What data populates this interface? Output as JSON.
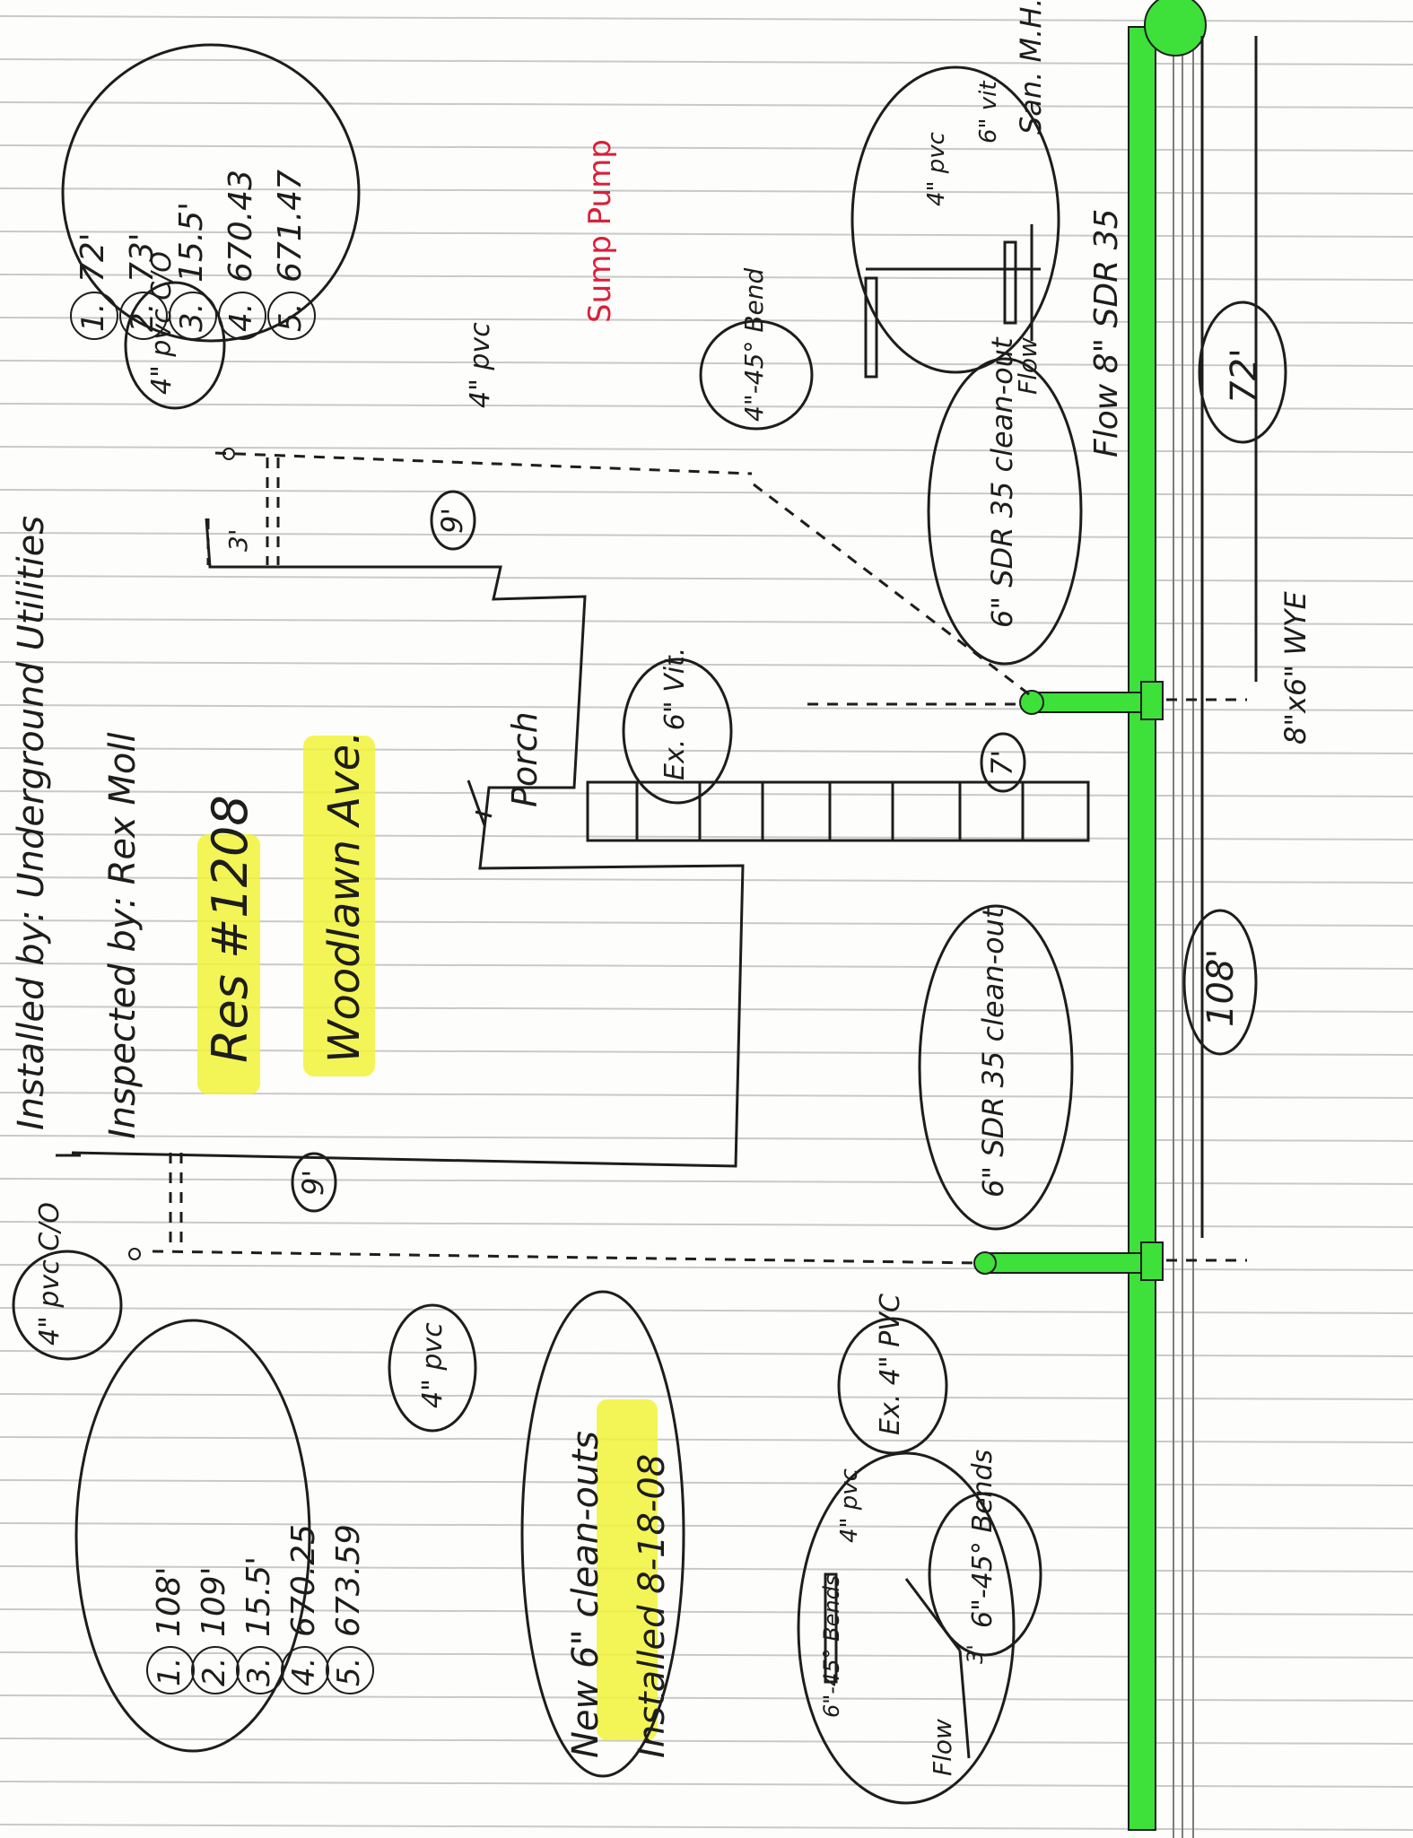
{
  "header": {
    "installed_by": "Installed by: Underground Utilities",
    "inspected_by": "Inspected by: Rex Moll",
    "res_number": "Res #1208",
    "street": "Woodlawn Ave."
  },
  "house": {
    "porch_label": "Porch"
  },
  "legend_left": {
    "items": [
      {
        "num": "1.",
        "value": "108'"
      },
      {
        "num": "2.",
        "value": "109'"
      },
      {
        "num": "3.",
        "value": "15.5'"
      },
      {
        "num": "4.",
        "value": "670.25"
      },
      {
        "num": "5.",
        "value": "673.59"
      }
    ]
  },
  "legend_right": {
    "items": [
      {
        "num": "1.",
        "value": "72'"
      },
      {
        "num": "2.",
        "value": "73'"
      },
      {
        "num": "3.",
        "value": "15.5'"
      },
      {
        "num": "4.",
        "value": "670.43"
      },
      {
        "num": "5.",
        "value": "671.47"
      }
    ]
  },
  "notes": {
    "new_cleanouts": "New 6\" clean-outs",
    "installed_date": "Installed 8-18-08",
    "sump_pump": "Sump Pump",
    "flow_main": "Flow 8\" SDR 35",
    "flow_left": "Flow",
    "flow_right": "Flow",
    "san_mh": "San. M.H."
  },
  "labels": {
    "left_co": "4\" pvc C/O",
    "right_co": "4\" pvc C/O",
    "left_pvc": "4\" pvc",
    "right_pvc": "4\" pvc",
    "left_cleanout": "6\" SDR 35 clean-out",
    "right_cleanout": "6\" SDR 35 clean-out",
    "ex4pvc": "Ex. 4\" PVC",
    "ex6vit": "Ex. 6\" Vit.",
    "bends_left": "6\"-45° Bends",
    "bend_right": "4\"-45° Bend",
    "wye": "8\"x6\" WYE",
    "detail_left_pvc": "4\" pvc",
    "detail_left_bends": "6\"-45° Bends",
    "detail_right_pvc": "4\" pvc",
    "detail_right_vit": "6\" vit."
  },
  "dimensions": {
    "left_9": "9'",
    "right_9": "9'",
    "seven": "7'",
    "three_top": "3'",
    "three_detail": "3'",
    "d108": "108'",
    "d72": "72'"
  },
  "colors": {
    "pipe_green": "#3ee03a",
    "highlight_yellow": "#f1f33a",
    "ink": "#1d1d1d",
    "red_ink": "#d8203a",
    "paper": "#fdfdfb",
    "ruled_line": "#c9c9c9"
  }
}
